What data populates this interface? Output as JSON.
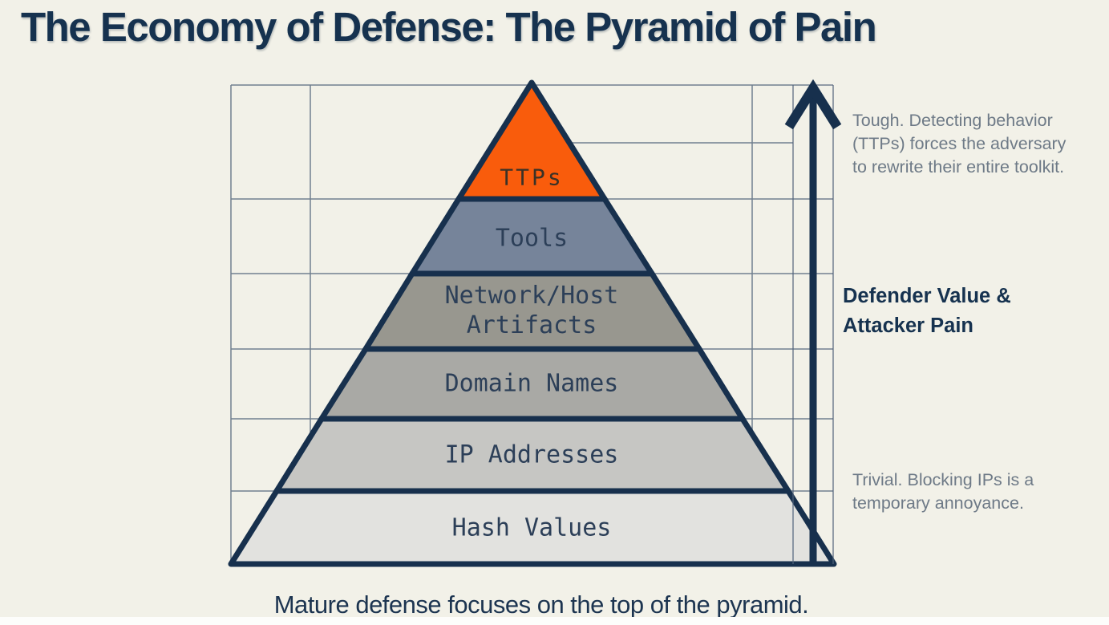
{
  "title": "The Economy of Defense: The Pyramid of Pain",
  "caption": "Mature defense focuses on the top of the pyramid.",
  "pyramid": {
    "levels": [
      {
        "id": "ttps",
        "label": "TTPs",
        "color": "#f95c0c"
      },
      {
        "id": "tools",
        "label": "Tools",
        "color": "#76849a"
      },
      {
        "id": "network-host-artifacts",
        "label": "Network/Host Artifacts",
        "label_lines": [
          "Network/Host",
          "Artifacts"
        ],
        "color": "#98978f"
      },
      {
        "id": "domain-names",
        "label": "Domain Names",
        "color": "#a9a9a5"
      },
      {
        "id": "ip-addresses",
        "label": "IP Addresses",
        "color": "#c6c6c3"
      },
      {
        "id": "hash-values",
        "label": "Hash Values",
        "color": "#e2e2df"
      }
    ],
    "outline_color": "#17304d"
  },
  "axis": {
    "direction": "up",
    "label_lines": [
      "Defender Value &",
      "Attacker Pain"
    ]
  },
  "annotations": {
    "top_lines": [
      "Tough. Detecting behavior",
      "(TTPs) forces the adversary",
      "to rewrite their entire toolkit."
    ],
    "bottom_lines": [
      "Trivial. Blocking IPs is a",
      "temporary annoyance."
    ]
  },
  "colors": {
    "background": "#f2f1e8",
    "title_text": "#16324f",
    "label_text": "#2c3f58",
    "note_text": "#6e7a87",
    "grid_line": "#51637a"
  }
}
